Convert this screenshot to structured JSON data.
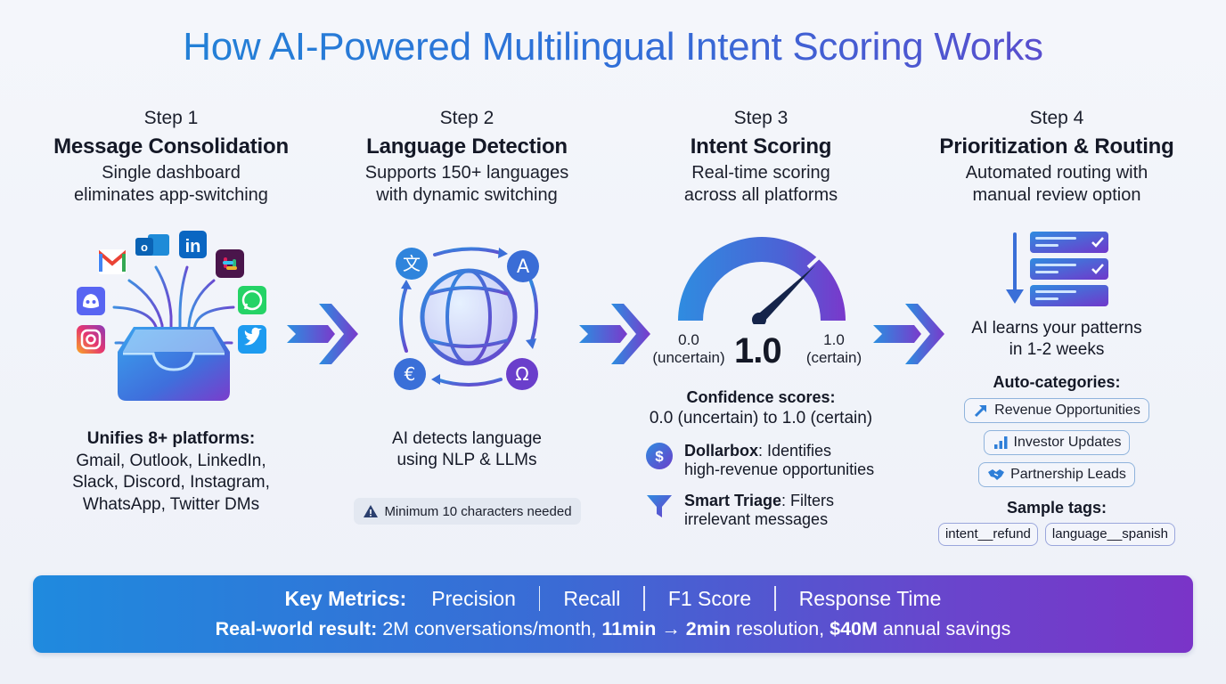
{
  "title": "How AI-Powered Multilingual Intent Scoring Works",
  "steps": [
    {
      "num": "Step 1",
      "title": "Message Consolidation",
      "desc1": "Single dashboard",
      "desc2": "eliminates app-switching"
    },
    {
      "num": "Step 2",
      "title": "Language Detection",
      "desc1": "Supports 150+ languages",
      "desc2": "with dynamic switching"
    },
    {
      "num": "Step 3",
      "title": "Intent Scoring",
      "desc1": "Real-time scoring",
      "desc2": "across all platforms"
    },
    {
      "num": "Step 4",
      "title": "Prioritization & Routing",
      "desc1": "Automated routing with",
      "desc2": "manual review option"
    }
  ],
  "step1": {
    "icons": [
      "gmail-icon",
      "outlook-icon",
      "linkedin-icon",
      "slack-icon",
      "discord-icon",
      "whatsapp-icon",
      "instagram-icon",
      "twitter-icon",
      "inbox-icon"
    ],
    "platforms_heading": "Unifies 8+ platforms:",
    "platforms_lines": [
      "Gmail, Outlook, LinkedIn,",
      "Slack, Discord, Instagram,",
      "WhatsApp, Twitter DMs"
    ]
  },
  "step2": {
    "glyphs": {
      "top_left": "文",
      "top_right": "A",
      "bottom_left": "€",
      "bottom_right": "Ω"
    },
    "detect_line1": "AI detects language",
    "detect_line2": "using NLP & LLMs",
    "warning": "Minimum 10 characters needed"
  },
  "step3": {
    "gauge": {
      "min_value": "0.0",
      "min_label": "(uncertain)",
      "max_value": "1.0",
      "max_label": "(certain)",
      "current": "1.0"
    },
    "confidence_heading": "Confidence scores:",
    "confidence_range": "0.0 (uncertain) to 1.0 (certain)",
    "features": [
      {
        "name": "Dollarbox",
        "text1": ": Identifies",
        "text2": "high-revenue opportunities",
        "icon": "dollar-icon"
      },
      {
        "name": "Smart Triage",
        "text1": ": Filters",
        "text2": "irrelevant messages",
        "icon": "funnel-icon"
      }
    ]
  },
  "step4": {
    "learn_line1": "AI learns your patterns",
    "learn_line2": "in 1-2 weeks",
    "auto_heading": "Auto-categories:",
    "categories": [
      {
        "label": "Revenue Opportunities",
        "icon": "trend-up-arrow-icon"
      },
      {
        "label": "Investor Updates",
        "icon": "bar-chart-icon"
      },
      {
        "label": "Partnership Leads",
        "icon": "handshake-icon"
      }
    ],
    "tags_heading": "Sample tags:",
    "tags": [
      "intent__refund",
      "language__spanish"
    ]
  },
  "banner": {
    "metrics_label": "Key Metrics:",
    "metrics": [
      "Precision",
      "Recall",
      "F1 Score",
      "Response Time"
    ],
    "result_label": "Real-world result:",
    "result_part1": " 2M conversations/month, ",
    "result_bold1": "11min → 2min",
    "result_part2": " resolution, ",
    "result_bold2": "$40M",
    "result_part3": " annual savings"
  },
  "colors": {
    "blue": "#1e88d6",
    "indigo": "#3a6bd5",
    "purple": "#7a34c8",
    "dark": "#141826"
  }
}
